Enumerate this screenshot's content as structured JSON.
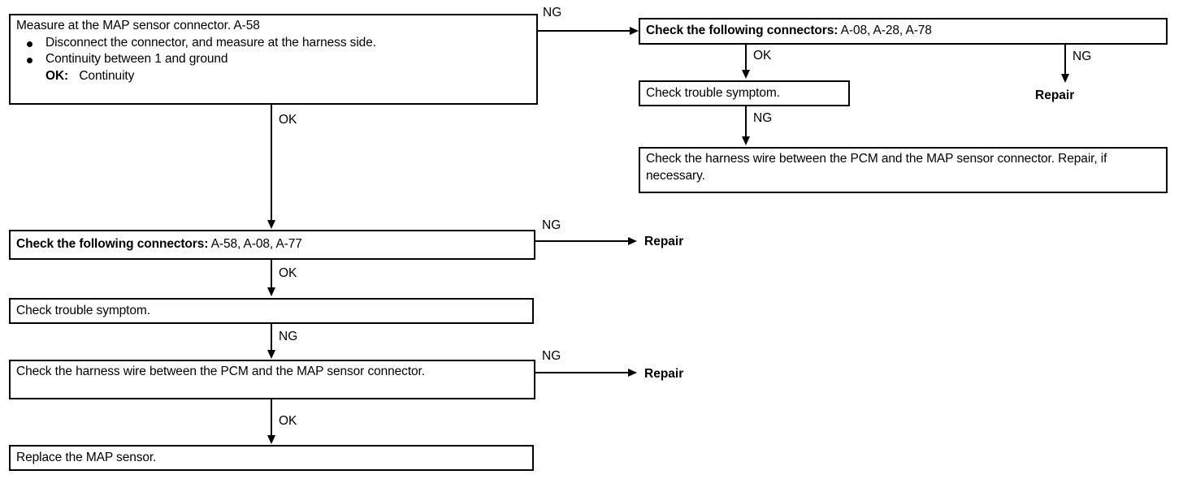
{
  "diagram": {
    "title": "MAP sensor circuit troubleshooting flowchart",
    "ink_color": "#000000",
    "background_color": "#ffffff"
  },
  "nodes": {
    "measure_map": {
      "heading": "Measure at the MAP sensor connector. A-58",
      "bullets": [
        "Disconnect the connector, and measure at the harness side.",
        "Continuity between 1 and ground"
      ],
      "sub_label": "OK:",
      "sub_value": "Continuity"
    },
    "connectors_right": {
      "bold_part": "Check the following connectors:",
      "plain_part": " A-08, A-28, A-78"
    },
    "check_symptom_right": {
      "text": "Check trouble symptom."
    },
    "harness_right": {
      "text": "Check the harness wire between the PCM and the MAP sensor connector. Repair, if necessary."
    },
    "connectors_left": {
      "bold_part": "Check the following connectors:",
      "plain_part": " A-58, A-08, A-77"
    },
    "check_symptom_left": {
      "text": "Check trouble symptom."
    },
    "harness_left": {
      "text": "Check the harness wire between the PCM and the MAP sensor connector."
    },
    "replace_sensor": {
      "text": "Replace the MAP sensor."
    },
    "repair_mid": {
      "text": "Repair"
    },
    "repair_right_top": {
      "text": "Repair"
    },
    "repair_bottom": {
      "text": "Repair"
    }
  },
  "edges": {
    "measure_to_connectors_right": {
      "label": "NG"
    },
    "measure_to_connectors_left": {
      "label": "OK"
    },
    "connectors_right_to_symptom": {
      "label": "OK"
    },
    "connectors_right_to_repair": {
      "label": "NG"
    },
    "symptom_right_to_harness": {
      "label": "NG"
    },
    "connectors_left_to_repair": {
      "label": "NG"
    },
    "connectors_left_to_symptom": {
      "label": "OK"
    },
    "symptom_left_to_harness": {
      "label": "NG"
    },
    "harness_left_to_repair": {
      "label": "NG"
    },
    "harness_left_to_replace": {
      "label": "OK"
    }
  }
}
